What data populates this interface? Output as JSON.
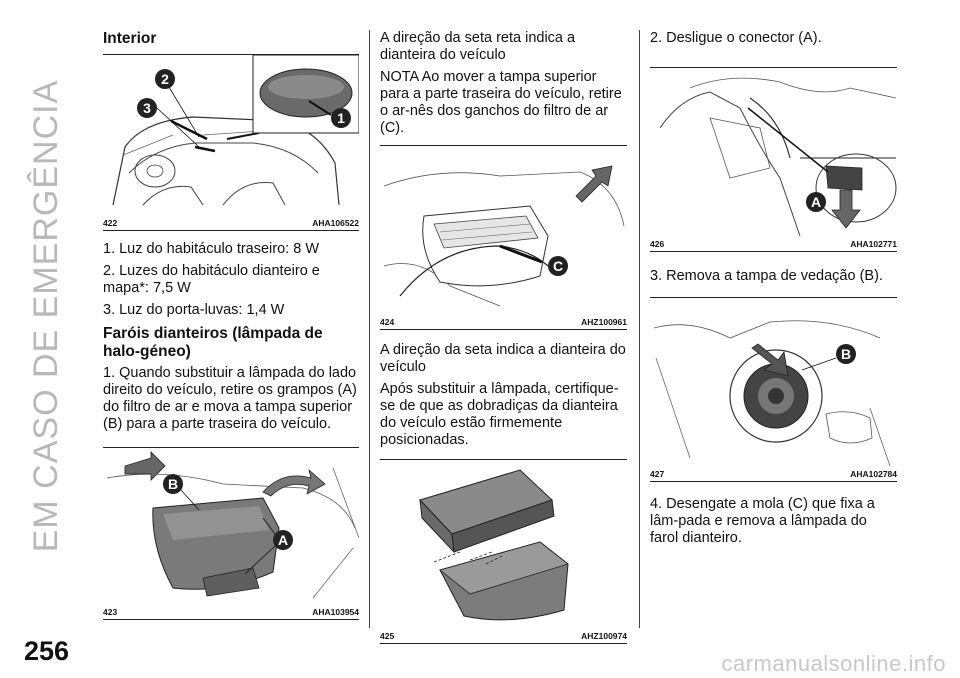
{
  "side_title": "EM CASO DE EMERGÊNCIA",
  "page_number": "256",
  "watermark": "carmanualsonline.info",
  "col1": {
    "heading": "Interior",
    "fig422": {
      "num": "422",
      "code": "AHA106522",
      "callouts": [
        "1",
        "2",
        "3"
      ]
    },
    "items": [
      "1. Luz do habitáculo traseiro: 8 W",
      "2. Luzes do habitáculo dianteiro e mapa*: 7,5 W",
      "3. Luz do porta-luvas: 1,4 W"
    ],
    "heading2": "Faróis dianteiros (lâmpada de halo-géneo)",
    "para": "1. Quando substituir a lâmpada do lado direito do veículo, retire os grampos (A) do filtro de ar e mova a tampa superior (B) para a parte traseira do veículo.",
    "fig423": {
      "num": "423",
      "code": "AHA103954",
      "callouts": [
        "A",
        "B"
      ]
    }
  },
  "col2": {
    "p1": "A direção da seta reta indica a dianteira do veículo",
    "p2": "NOTA  Ao mover a tampa superior para a parte traseira do veículo, retire o ar-nês dos ganchos do filtro de ar (C).",
    "fig424": {
      "num": "424",
      "code": "AHZ100961",
      "callouts": [
        "C"
      ]
    },
    "p3": "A direção da seta indica a dianteira do veículo",
    "p4": "Após substituir a lâmpada, certifique-se de que as dobradiças da dianteira do veículo estão firmemente posicionadas.",
    "fig425": {
      "num": "425",
      "code": "AHZ100974"
    }
  },
  "col3": {
    "p1": "2. Desligue o conector (A).",
    "fig426": {
      "num": "426",
      "code": "AHA102771",
      "callouts": [
        "A"
      ]
    },
    "p2": "3. Remova a tampa de vedação (B).",
    "fig427": {
      "num": "427",
      "code": "AHA102784",
      "callouts": [
        "B"
      ]
    },
    "p3": "4. Desengate a mola (C) que fixa a lâm-pada e remova a lâmpada do farol dianteiro."
  }
}
